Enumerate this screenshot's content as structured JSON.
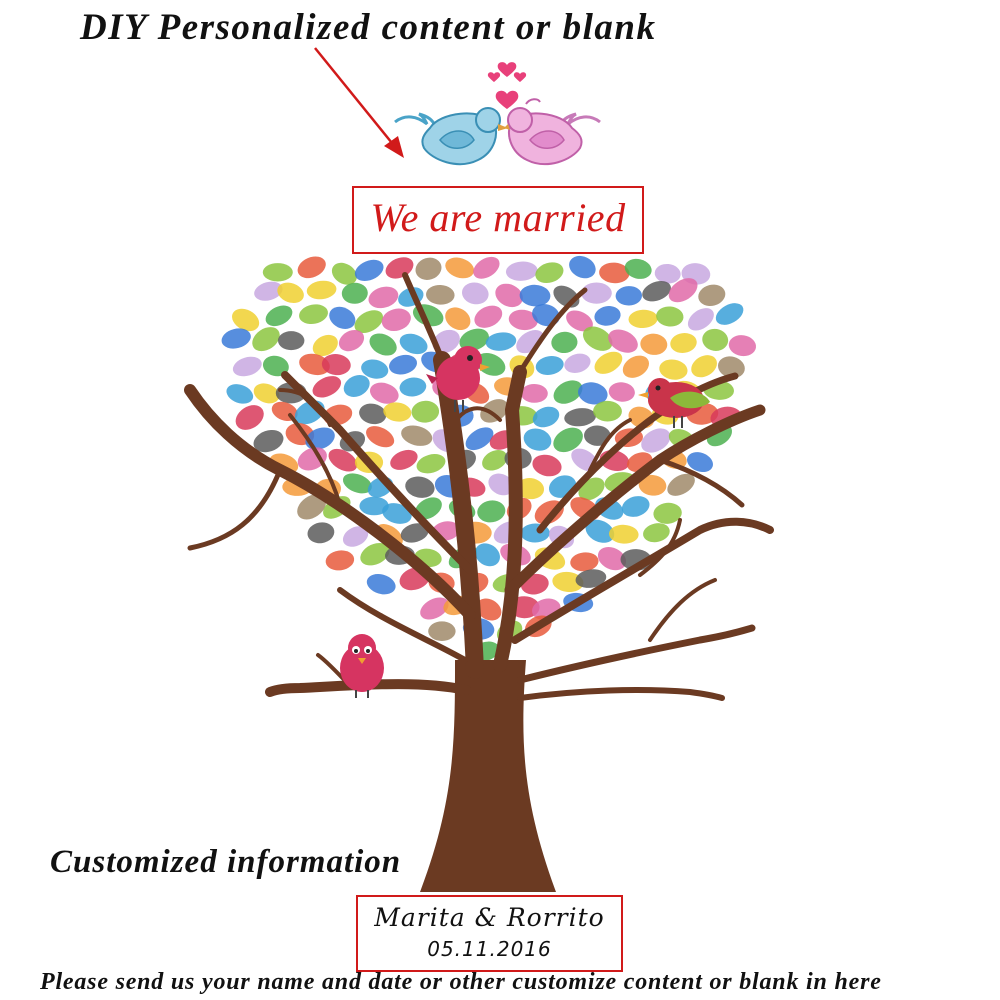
{
  "header": {
    "title": "DIY Personalized content or blank"
  },
  "top_label": {
    "text": "We are married"
  },
  "info_section": {
    "heading": "Customized information",
    "names": "Marita & Rorrito",
    "date": "05.11.2016"
  },
  "footer": {
    "note": "Please send us your name and date or other customize content or blank in here"
  },
  "colors": {
    "accent": "#d11a1a",
    "trunk": "#6b3a22",
    "text": "#111111"
  },
  "icons": [
    "arrow-icon",
    "heart-icon",
    "kissing-birds-illustration",
    "bird-icon",
    "fingerprint-tree-illustration"
  ]
}
